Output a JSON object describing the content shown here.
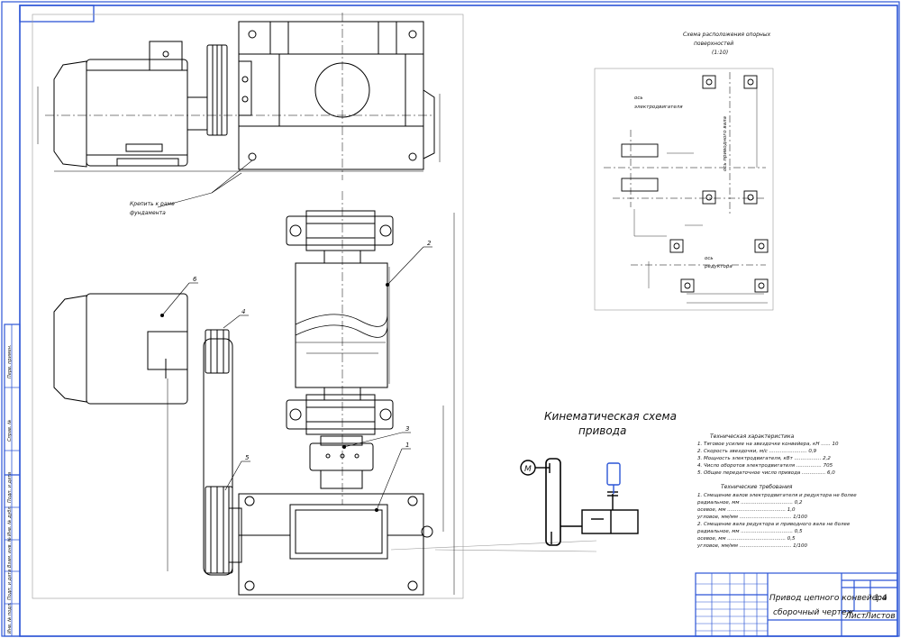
{
  "drawing": {
    "kinematic_title": "Кинематическая схема",
    "kinematic_subtitle": "привода",
    "support_scheme_title": "Схема расположения опорных",
    "support_scheme_subtitle": "поверхностей",
    "support_scheme_scale": "(1:10)",
    "tech_title": "Техническая характеристика",
    "tech_items": [
      "1. Тяговое усилие на звездочке конвейера, кН ...... 10",
      "2. Скорость звездочки, м/с ........................ 0,9",
      "3. Мощность электродвигателя, кВт ................. 2,2",
      "4. Число оборотов электродвигателя ................ 705",
      "5. Общее передаточное число привода ............... 6,0"
    ],
    "req_title": "Технические требования",
    "req_items": [
      "1. Смещение валов электродвигателя и редуктора не более",
      "   радиальное, мм ................................. 0,2",
      "   осевое, мм ..................................... 1,0",
      "   угловое, мм/мм ................................. 1/100",
      "2. Смещение вала редуктора и приводного вала не более",
      "   радиальное, мм ................................. 0,5",
      "   осевое, мм ..................................... 0,5",
      "   угловое, мм/мм ................................. 1/100"
    ],
    "title_block": {
      "name_line1": "Привод цепного конвейера",
      "name_line2": "сборочный чертеж",
      "scale": "1:4",
      "sheet_label": "Лист",
      "sheets_label": "Листов"
    },
    "notes": {
      "bolts": "Крепить к раме",
      "bolts2": "фундамента",
      "axis_motor": "ось",
      "axis_motor2": "электродвигателя",
      "axis_gear": "ось",
      "axis_gear2": "редуктора",
      "axis_drive": "ось приводного вала"
    },
    "callouts": [
      "1",
      "2",
      "3",
      "4",
      "5",
      "6"
    ],
    "motor_symbol": "M",
    "side_labels": [
      "Перв. примен.",
      "Справ. №",
      "Подп. и дата",
      "Инв. № дубл.",
      "Взам. инв. №",
      "Подп. и дата",
      "Инв. № подл."
    ]
  }
}
